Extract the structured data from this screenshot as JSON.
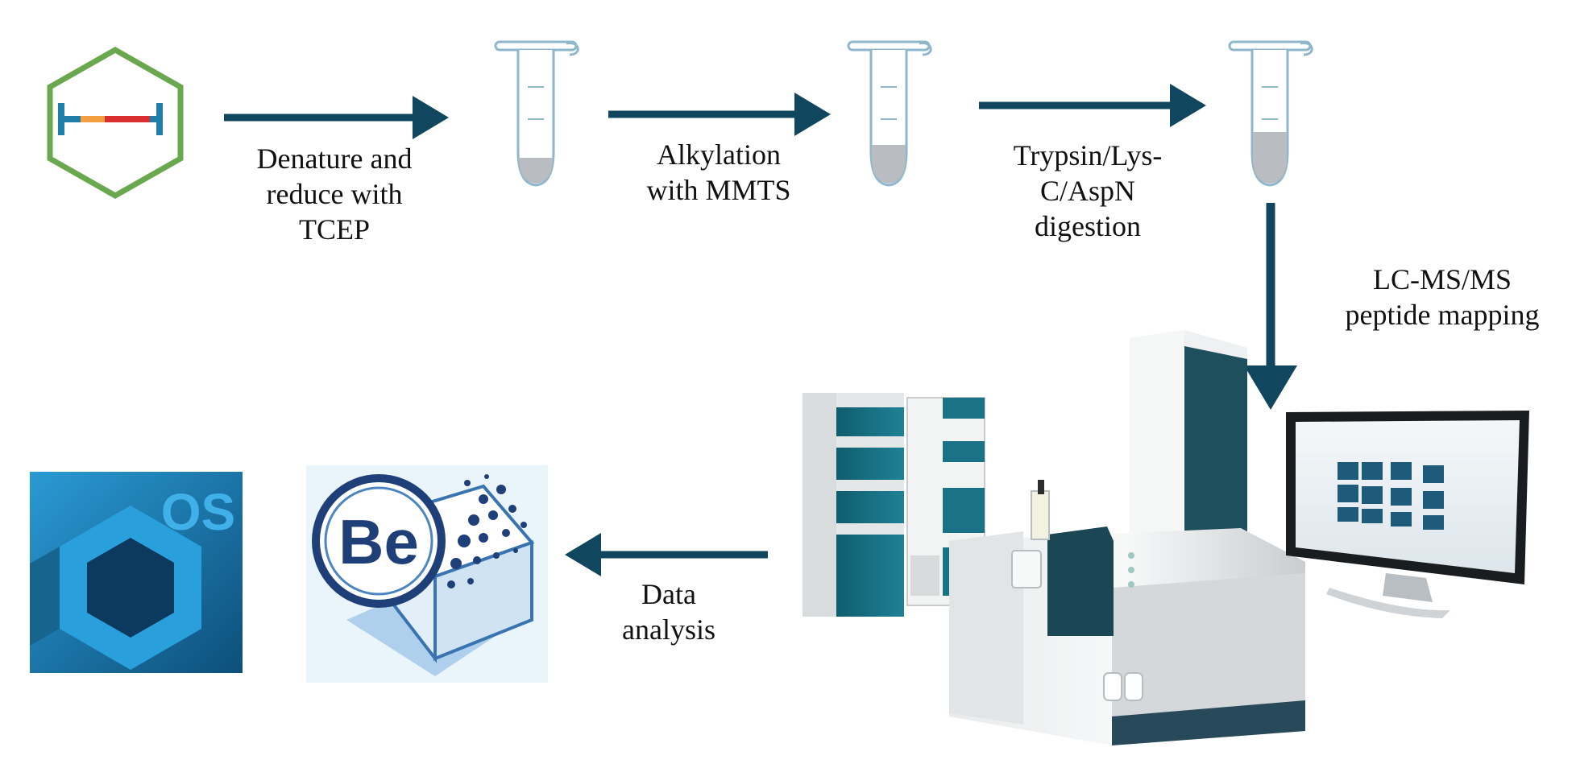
{
  "steps": [
    {
      "id": "denature",
      "lines": [
        "Denature and",
        "reduce with",
        "TCEP"
      ]
    },
    {
      "id": "alkylation",
      "lines": [
        "Alkylation",
        "with MMTS"
      ]
    },
    {
      "id": "digestion",
      "lines": [
        "Trypsin/Lys-",
        "C/AspN",
        "digestion"
      ]
    },
    {
      "id": "lcms",
      "lines": [
        "LC-MS/MS",
        "peptide mapping"
      ]
    },
    {
      "id": "analysis",
      "lines": [
        "Data",
        "analysis"
      ]
    }
  ],
  "logos": {
    "os_logo_text": "OS",
    "be_logo_text": "Be"
  },
  "colors": {
    "arrow": "#11475e",
    "hexagon_outline": "#6aa84f",
    "antibody_blue": "#1f7fa8",
    "antibody_orange": "#f0a040",
    "antibody_red": "#d83030",
    "tube_outline": "#8fb7cc",
    "tube_fill": "#b9bcc0",
    "instrument_teal": "#1a7286",
    "os_logo_bg": "#1e86c0",
    "be_logo_navy": "#1f3f78"
  },
  "icons": [
    "antibody-hexagon-icon",
    "tube-icon",
    "lc-ms-instrument-image",
    "monitor-image",
    "os-logo",
    "be-logo"
  ]
}
